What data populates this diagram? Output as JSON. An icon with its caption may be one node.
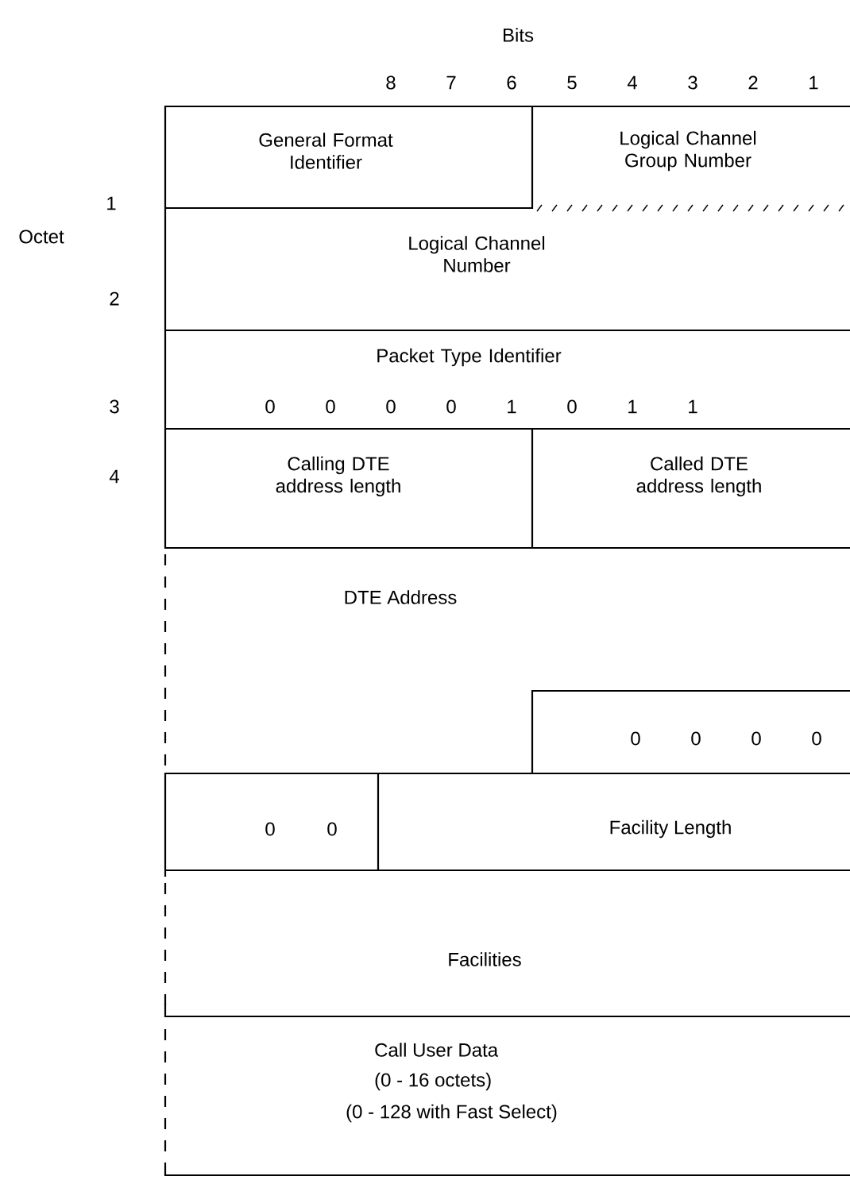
{
  "diagram": {
    "nodes": [
      {
        "text": [
          "General Format Identifier"
        ]
      },
      {
        "text": [
          "Logical Channel Group Number"
        ]
      },
      {
        "text": [
          "Logical Channel Number"
        ]
      },
      {
        "text": [
          "Packet Type Identifier",
          "0",
          "0",
          "0",
          "0",
          "1",
          "0",
          "1",
          "1"
        ]
      },
      {
        "text": [
          "Calling DTE address length"
        ]
      },
      {
        "text": [
          "Called DTE address length"
        ]
      },
      {
        "text": [
          "DTE Address"
        ]
      },
      {
        "text": [
          "0",
          "0",
          "0",
          "0"
        ],
        "in": 6
      },
      {
        "text": [
          "0",
          "0"
        ]
      },
      {
        "text": [
          "Facility Length"
        ]
      },
      {
        "text": [
          "Facilities"
        ]
      },
      {
        "text": [
          "Call User Data",
          "(0 - 16 octets)",
          "(0 - 128 with Fast Select)"
        ]
      }
    ],
    "labels": [
      "Bits",
      "8",
      "7",
      "6",
      "5",
      "4",
      "3",
      "2",
      "1",
      "1",
      "Octet",
      "2",
      "3",
      "4"
    ]
  }
}
